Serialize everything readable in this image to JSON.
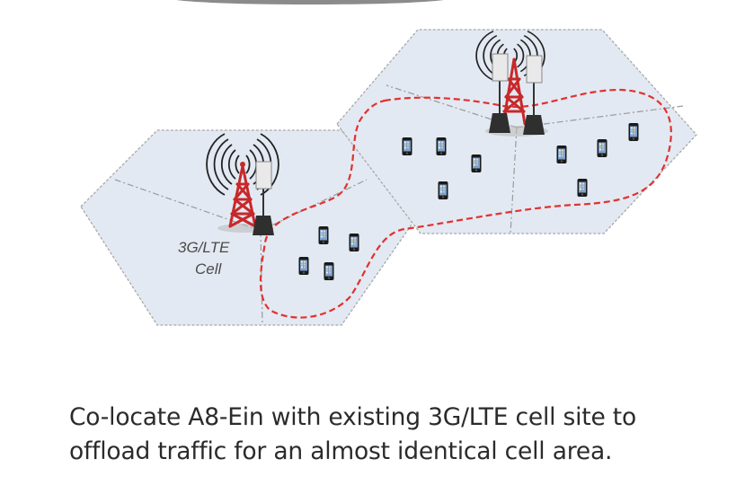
{
  "diagram": {
    "cell_label_line1": "3G/LTE",
    "cell_label_line2": "Cell",
    "hex_fill": "#e3e9f2",
    "hex_border": "#a8a8a8",
    "coverage_color": "#e0322f",
    "tower_color": "#c7282a",
    "icons": [
      "cell-tower-icon",
      "antenna-icon",
      "signal-waves-icon",
      "smartphone-icon",
      "dashed-coverage-boundary"
    ]
  },
  "caption": {
    "line1": "Co-locate A8-Ein with existing 3G/LTE cell site to",
    "line2": "offload traffic for an almost identical cell area."
  }
}
